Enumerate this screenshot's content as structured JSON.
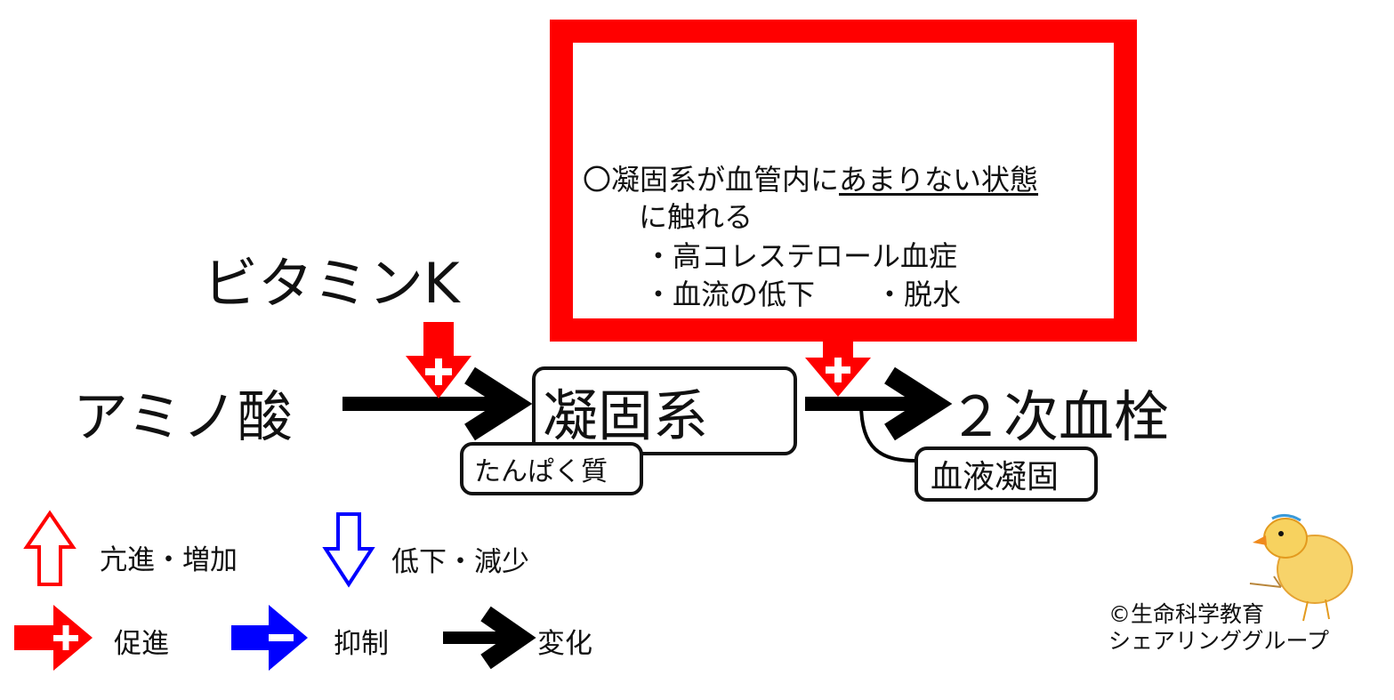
{
  "colors": {
    "promote": "#ff0000",
    "inhibit": "#0000ff",
    "change": "#000000",
    "box_border": "#ff0000"
  },
  "condition_box": {
    "line1_prefix": "〇凝固系が血管内に",
    "line1_underlined": "あまりない状態",
    "line2": "に触れる",
    "line3": "・高コレステロール血症",
    "line4a": "・血流の低下",
    "line4b": "・脱水"
  },
  "nodes": {
    "vitamin_k": "ビタミンK",
    "amino_acid": "アミノ酸",
    "coagulation_system": "凝固系",
    "protein": "たんぱく質",
    "secondary_thrombus": "２次血栓",
    "blood_coagulation": "血液凝固"
  },
  "legend": {
    "increase": "亢進・増加",
    "decrease": "低下・減少",
    "promote": "促進",
    "inhibit": "抑制",
    "change": "変化"
  },
  "credit": {
    "line1": "©生命科学教育",
    "line2": "シェアリンググループ"
  },
  "icons": {
    "mascot": "chick-mascot-icon"
  }
}
